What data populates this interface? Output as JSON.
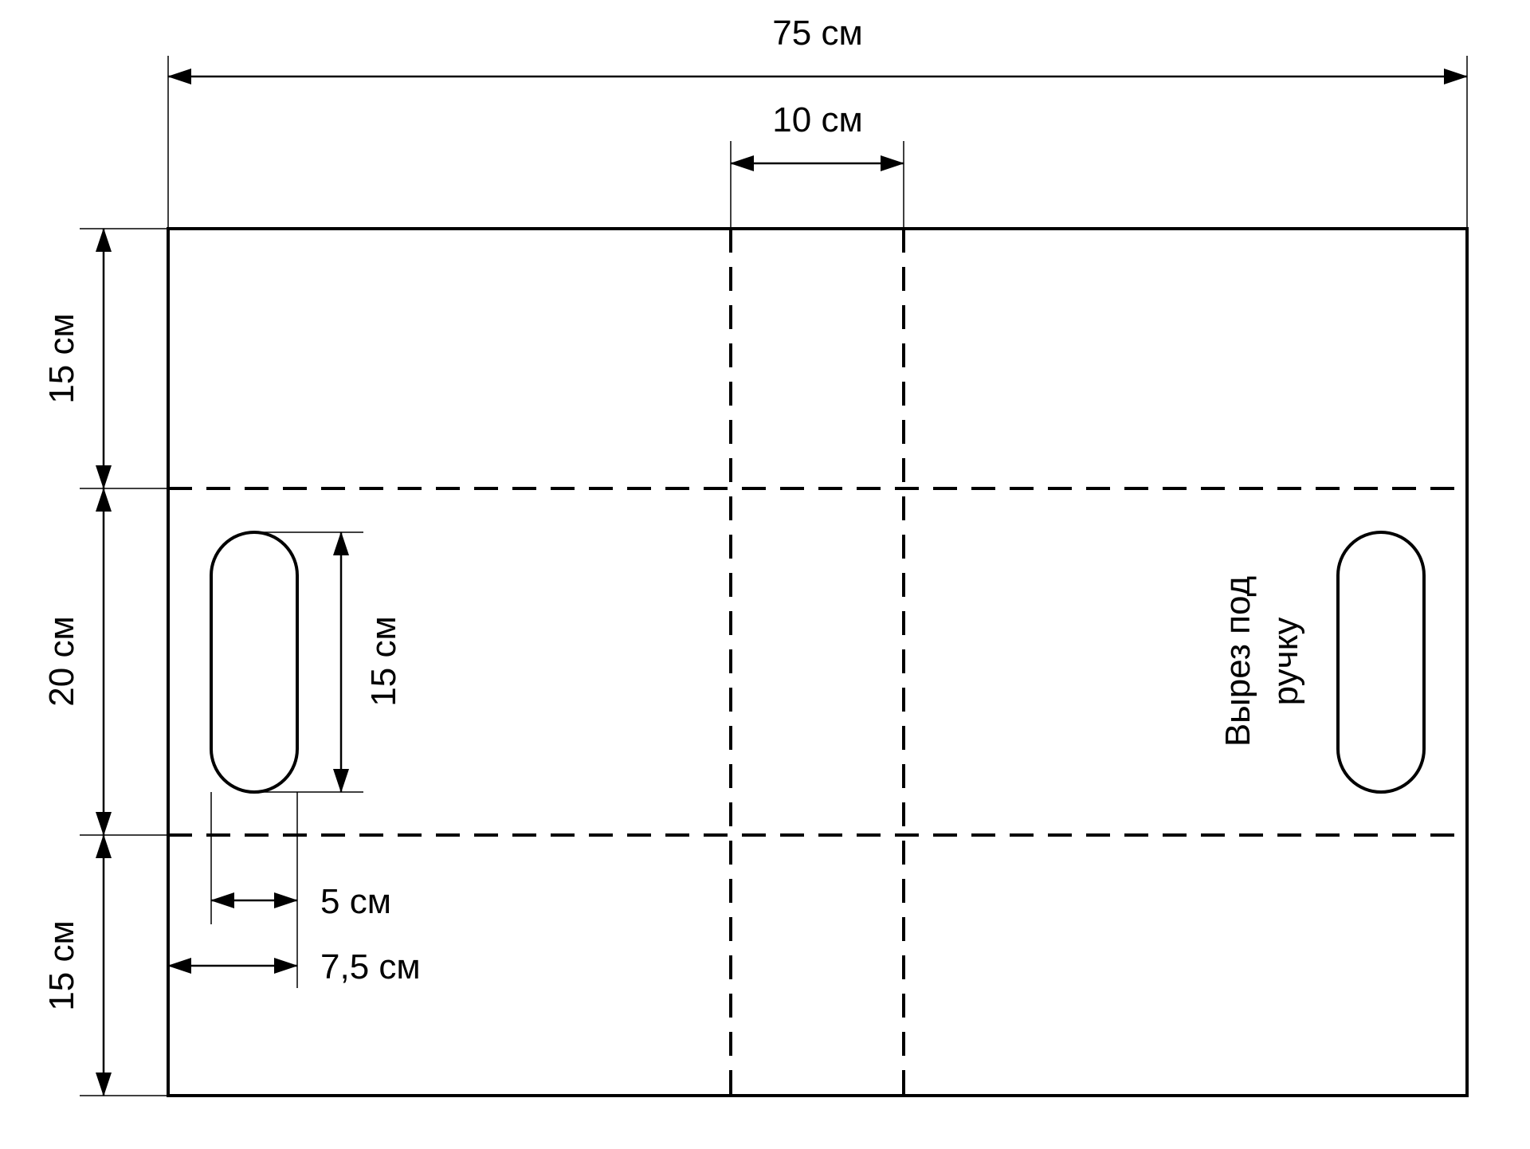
{
  "diagram": {
    "dimensions": {
      "total_width": "75 см",
      "center_strip_width": "10 см",
      "top_section_height": "15 см",
      "middle_section_height": "20 см",
      "bottom_section_height": "15 см",
      "handle_height": "15 см",
      "handle_width": "5 см",
      "handle_offset": "7,5 см"
    },
    "annotation": {
      "line1": "Вырез под",
      "line2": "ручку"
    },
    "colors": {
      "stroke": "#000000",
      "background": "#ffffff"
    }
  }
}
